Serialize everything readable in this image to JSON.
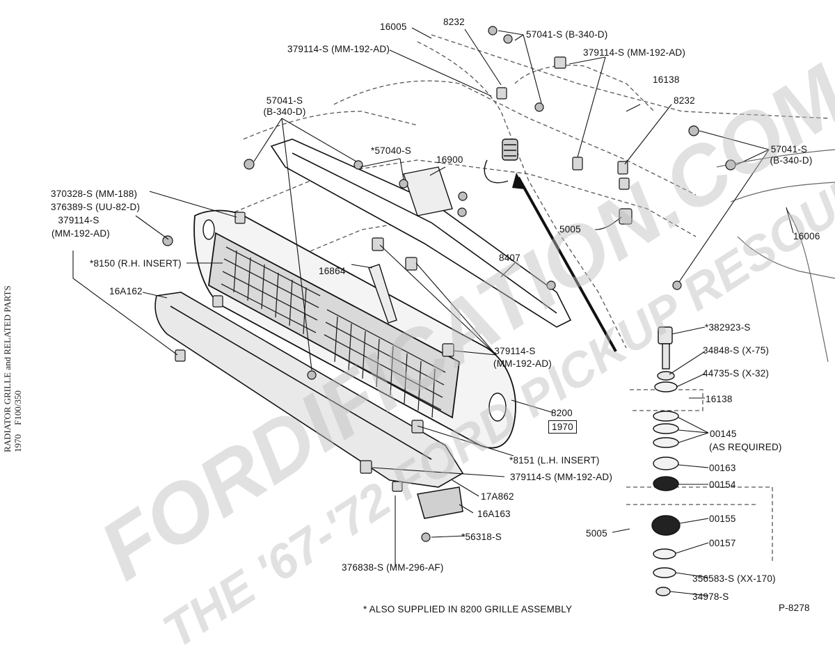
{
  "side_title": {
    "line1": "RADIATOR GRILLE and RELATED PARTS",
    "line2": "1970",
    "line3": "F100/350"
  },
  "watermark": {
    "line1": "FORDIFICATION.COM",
    "line2": "THE '67-'72 FORD PICKUP RESOURCE"
  },
  "footnote": "* ALSO SUPPLIED IN 8200 GRILLE ASSEMBLY",
  "figure_id": "P-8278",
  "year_box": "1970",
  "callouts": {
    "c16005": "16005",
    "c8232_top": "8232",
    "c57041_top": "57041-S (B-340-D)",
    "c379114_topleft": "379114-S (MM-192-AD)",
    "c379114_topright": "379114-S (MM-192-AD)",
    "c57041_left_1": "57041-S",
    "c57041_left_2": "(B-340-D)",
    "c57040": "*57040-S",
    "c16900": "16900",
    "c16138_top": "16138",
    "c8232_right": "8232",
    "c57041_right_1": "57041-S",
    "c57041_right_2": "(B-340-D)",
    "c370328": "370328-S (MM-188)",
    "c376389": "376389-S (UU-82-D)",
    "c379114_left_1": "379114-S",
    "c379114_left_2": "(MM-192-AD)",
    "c8150": "*8150 (R.H. INSERT)",
    "c16A162": "16A162",
    "c5005_top": "5005",
    "c16006": "16006",
    "c8407": "8407",
    "c16864": "16864",
    "c379114_mid_1": "379114-S",
    "c379114_mid_2": "(MM-192-AD)",
    "c8200": "8200",
    "c8151": "*8151 (L.H. INSERT)",
    "c379114_low": "379114-S (MM-192-AD)",
    "c17A862": "17A862",
    "c16A163": "16A163",
    "c56318": "*56318-S",
    "c376838": "376838-S (MM-296-AF)",
    "c382923": "*382923-S",
    "c34848": "34848-S (X-75)",
    "c44735": "44735-S (X-32)",
    "c16138_right": "16138",
    "c00145": "00145",
    "c00145_note": "(AS REQUIRED)",
    "c00163": "00163",
    "c00154": "00154",
    "c5005_bottom": "5005",
    "c00155": "00155",
    "c00157": "00157",
    "c356583": "356583-S (XX-170)",
    "c34978": "34978-S"
  }
}
